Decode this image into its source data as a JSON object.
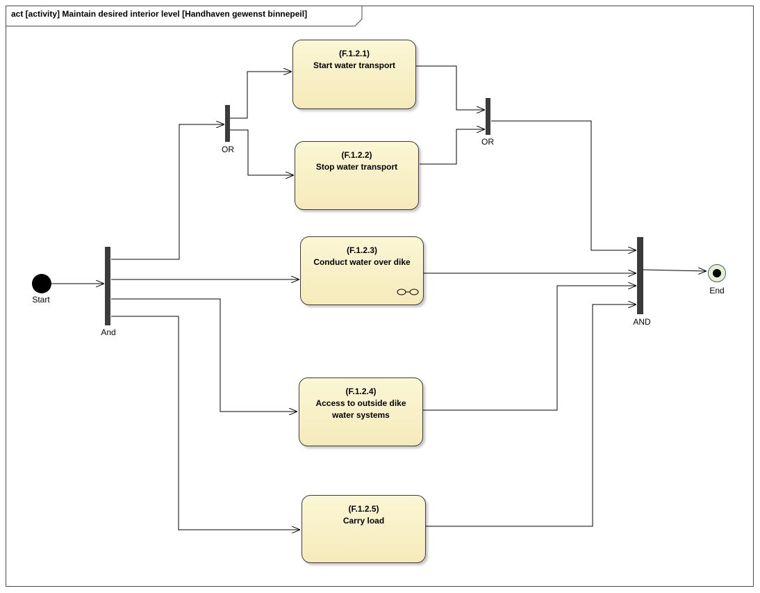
{
  "diagram": {
    "title": "act [activity] Maintain desired interior level [Handhaven gewenst binnepeil]"
  },
  "nodes": {
    "start": "Start",
    "end": "End",
    "fork_main": "And",
    "fork_or": "OR",
    "join_or": "OR",
    "join_main": "AND"
  },
  "actions": [
    {
      "code": "(F.1.2.1)",
      "name": "Start water transport"
    },
    {
      "code": "(F.1.2.2)",
      "name": "Stop water transport"
    },
    {
      "code": "(F.1.2.3)",
      "name": "Conduct water over dike"
    },
    {
      "code": "(F.1.2.4)",
      "name": "Access to outside dike water systems"
    },
    {
      "code": "(F.1.2.5)",
      "name": "Carry load"
    }
  ],
  "icons": {
    "call_behavior": "rake-icon"
  },
  "colors": {
    "action_fill": "#f8efc6",
    "end_fill": "#e3f1d2",
    "bar": "#3b3b3b"
  }
}
